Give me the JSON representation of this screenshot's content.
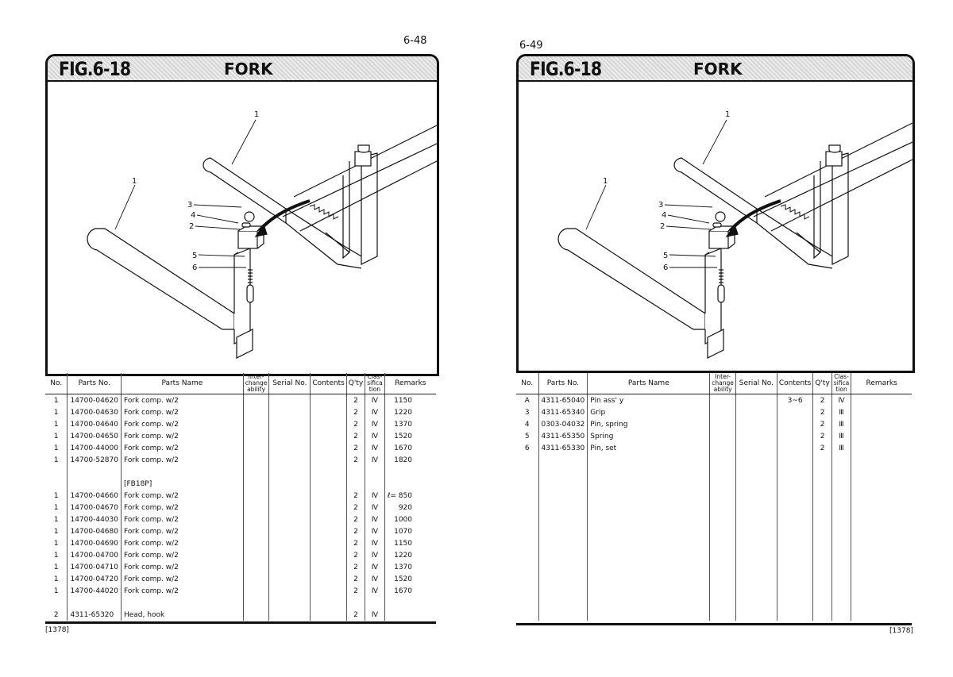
{
  "left_page": {
    "page_number": "6-48",
    "fig_label": "FIG.6-18",
    "fig_title": "FORK",
    "callouts": [
      "1",
      "1",
      "3",
      "4",
      "2",
      "5",
      "6"
    ],
    "headers": [
      "No.",
      "Parts No.",
      "Parts Name",
      "Inter-change ability",
      "Serial No.",
      "Contents",
      "Q'ty",
      "Clas-sifica tion",
      "Remarks"
    ],
    "rows": [
      {
        "no": "1",
        "part_no": "14700-04620",
        "name": "Fork comp. w/2",
        "interchange": "",
        "serial": "",
        "contents": "",
        "qty": "2",
        "class": "Ⅳ",
        "remarks": "1150"
      },
      {
        "no": "1",
        "part_no": "14700-04630",
        "name": "Fork comp. w/2",
        "interchange": "",
        "serial": "",
        "contents": "",
        "qty": "2",
        "class": "Ⅳ",
        "remarks": "1220"
      },
      {
        "no": "1",
        "part_no": "14700-04640",
        "name": "Fork comp. w/2",
        "interchange": "",
        "serial": "",
        "contents": "",
        "qty": "2",
        "class": "Ⅳ",
        "remarks": "1370"
      },
      {
        "no": "1",
        "part_no": "14700-04650",
        "name": "Fork comp. w/2",
        "interchange": "",
        "serial": "",
        "contents": "",
        "qty": "2",
        "class": "Ⅳ",
        "remarks": "1520"
      },
      {
        "no": "1",
        "part_no": "14700-44000",
        "name": "Fork comp. w/2",
        "interchange": "",
        "serial": "",
        "contents": "",
        "qty": "2",
        "class": "Ⅳ",
        "remarks": "1670"
      },
      {
        "no": "1",
        "part_no": "14700-52870",
        "name": "Fork comp. w/2",
        "interchange": "",
        "serial": "",
        "contents": "",
        "qty": "2",
        "class": "Ⅳ",
        "remarks": "1820"
      },
      {
        "no": "",
        "part_no": "",
        "name": "",
        "interchange": "",
        "serial": "",
        "contents": "",
        "qty": "",
        "class": "",
        "remarks": ""
      },
      {
        "no": "",
        "part_no": "",
        "name": "[FB18P]",
        "interchange": "",
        "serial": "",
        "contents": "",
        "qty": "",
        "class": "",
        "remarks": ""
      },
      {
        "no": "1",
        "part_no": "14700-04660",
        "name": "Fork comp. w/2",
        "interchange": "",
        "serial": "",
        "contents": "",
        "qty": "2",
        "class": "Ⅳ",
        "remarks": "ℓ= 850"
      },
      {
        "no": "1",
        "part_no": "14700-04670",
        "name": "Fork comp. w/2",
        "interchange": "",
        "serial": "",
        "contents": "",
        "qty": "2",
        "class": "Ⅳ",
        "remarks": "920"
      },
      {
        "no": "1",
        "part_no": "14700-44030",
        "name": "Fork comp. w/2",
        "interchange": "",
        "serial": "",
        "contents": "",
        "qty": "2",
        "class": "Ⅳ",
        "remarks": "1000"
      },
      {
        "no": "1",
        "part_no": "14700-04680",
        "name": "Fork comp. w/2",
        "interchange": "",
        "serial": "",
        "contents": "",
        "qty": "2",
        "class": "Ⅳ",
        "remarks": "1070"
      },
      {
        "no": "1",
        "part_no": "14700-04690",
        "name": "Fork comp. w/2",
        "interchange": "",
        "serial": "",
        "contents": "",
        "qty": "2",
        "class": "Ⅳ",
        "remarks": "1150"
      },
      {
        "no": "1",
        "part_no": "14700-04700",
        "name": "Fork comp. w/2",
        "interchange": "",
        "serial": "",
        "contents": "",
        "qty": "2",
        "class": "Ⅳ",
        "remarks": "1220"
      },
      {
        "no": "1",
        "part_no": "14700-04710",
        "name": "Fork comp. w/2",
        "interchange": "",
        "serial": "",
        "contents": "",
        "qty": "2",
        "class": "Ⅳ",
        "remarks": "1370"
      },
      {
        "no": "1",
        "part_no": "14700-04720",
        "name": "Fork comp. w/2",
        "interchange": "",
        "serial": "",
        "contents": "",
        "qty": "2",
        "class": "Ⅳ",
        "remarks": "1520"
      },
      {
        "no": "1",
        "part_no": "14700-44020",
        "name": "Fork comp. w/2",
        "interchange": "",
        "serial": "",
        "contents": "",
        "qty": "2",
        "class": "Ⅳ",
        "remarks": "1670"
      },
      {
        "no": "",
        "part_no": "",
        "name": "",
        "interchange": "",
        "serial": "",
        "contents": "",
        "qty": "",
        "class": "",
        "remarks": ""
      },
      {
        "no": "2",
        "part_no": "4311-65320",
        "name": "Head, hook",
        "interchange": "",
        "serial": "",
        "contents": "",
        "qty": "2",
        "class": "Ⅳ",
        "remarks": ""
      }
    ],
    "footer": "[1378]"
  },
  "right_page": {
    "page_number": "6-49",
    "fig_label": "FIG.6-18",
    "fig_title": "FORK",
    "callouts": [
      "1",
      "1",
      "3",
      "4",
      "2",
      "5",
      "6"
    ],
    "headers": [
      "No.",
      "Parts No.",
      "Parts Name",
      "Inter-change ability",
      "Serial No.",
      "Contents",
      "Q'ty",
      "Clas-sifica tion",
      "Remarks"
    ],
    "rows": [
      {
        "no": "A",
        "part_no": "4311-65040",
        "name": "Pin ass' y",
        "interchange": "",
        "serial": "",
        "contents": "3~6",
        "qty": "2",
        "class": "Ⅳ",
        "remarks": ""
      },
      {
        "no": "3",
        "part_no": "4311-65340",
        "name": "Grip",
        "interchange": "",
        "serial": "",
        "contents": "",
        "qty": "2",
        "class": "Ⅲ",
        "remarks": ""
      },
      {
        "no": "4",
        "part_no": "0303-04032",
        "name": "Pin, spring",
        "interchange": "",
        "serial": "",
        "contents": "",
        "qty": "2",
        "class": "Ⅲ",
        "remarks": ""
      },
      {
        "no": "5",
        "part_no": "4311-65350",
        "name": "Spring",
        "interchange": "",
        "serial": "",
        "contents": "",
        "qty": "2",
        "class": "Ⅲ",
        "remarks": ""
      },
      {
        "no": "6",
        "part_no": "4311-65330",
        "name": "Pin, set",
        "interchange": "",
        "serial": "",
        "contents": "",
        "qty": "2",
        "class": "Ⅲ",
        "remarks": ""
      }
    ],
    "footer": "[1378]"
  }
}
